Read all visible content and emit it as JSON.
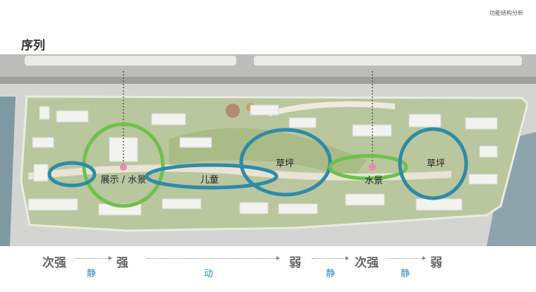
{
  "header": {
    "section_title": "功能结构分析"
  },
  "page_title": "序列",
  "map_labels": {
    "display_water": "展示 / 水景",
    "children": "儿童",
    "lawn_1": "草坪",
    "water": "水景",
    "lawn_2": "草坪"
  },
  "sequence": {
    "levels": [
      "次强",
      "强",
      "弱",
      "次强",
      "弱"
    ],
    "activities": [
      "静",
      "动",
      "静",
      "静"
    ]
  },
  "colors": {
    "green_ring": "#6cc24a",
    "blue_ring": "#2f8aa8",
    "accent_text": "#2e86b8",
    "focal_dot": "#e98bb0"
  }
}
